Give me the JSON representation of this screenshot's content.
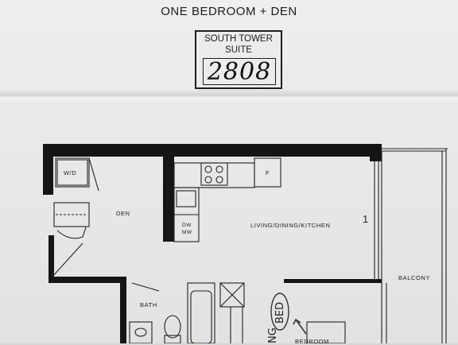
{
  "header": {
    "plan_title": "ONE BEDROOM + DEN",
    "suite_label": "SOUTH TOWER\nSUITE",
    "suite_number": "2808"
  },
  "rooms": {
    "den": "DEN",
    "washer_dryer": "W/D",
    "fridge": "F",
    "dishwasher": "DW",
    "microwave": "MW",
    "living": "LIVING/DINING/KITCHEN",
    "balcony": "BALCONY",
    "bath": "BATH",
    "bedroom": "BEDROOM",
    "window_mark": "1"
  },
  "handwriting": {
    "bed_note": "BED",
    "bed_note_fragment": "NG"
  }
}
